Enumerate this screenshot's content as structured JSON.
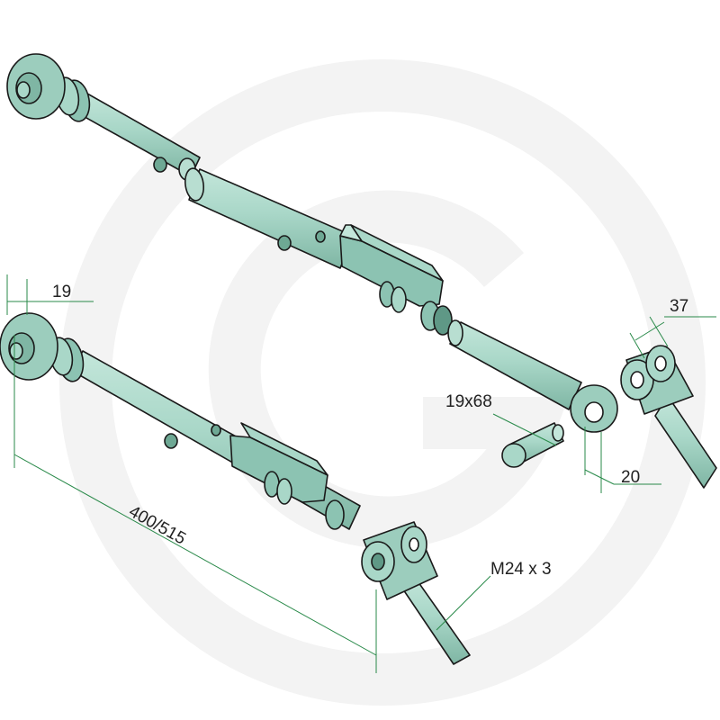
{
  "colors": {
    "part_light": "#a9d7c8",
    "part_mid": "#8cc3b2",
    "part_dark": "#6ea894",
    "outline": "#1a1a1a",
    "dimension_line": "#2a8a4a",
    "watermark": "#f2f2f2"
  },
  "watermark": {
    "logo": "G",
    "icon": "granit-logo-watermark"
  },
  "labels": {
    "ball_diameter": "19",
    "length_range": "400/515",
    "thread": "M24 x 3",
    "pin_size": "19x68",
    "fork_inner_width": "20",
    "fork_outer_width": "37"
  }
}
